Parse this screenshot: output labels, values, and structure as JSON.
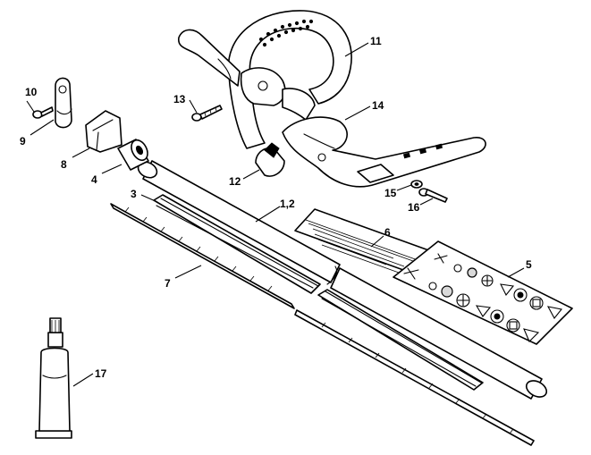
{
  "callouts": {
    "c1_2": "1,2",
    "c3": "3",
    "c4": "4",
    "c5": "5",
    "c6": "6",
    "c7": "7",
    "c8": "8",
    "c9": "9",
    "c10": "10",
    "c11": "11",
    "c12": "12",
    "c13": "13",
    "c14": "14",
    "c15": "15",
    "c16": "16",
    "c17": "17"
  }
}
